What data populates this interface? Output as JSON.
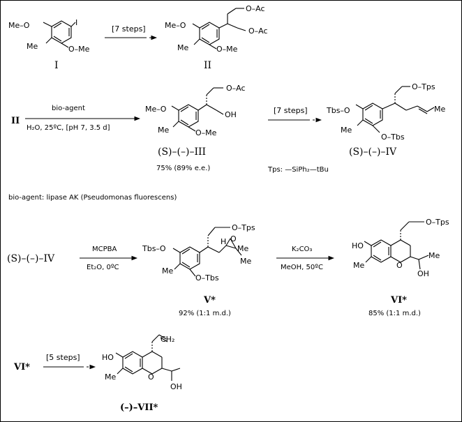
{
  "scheme": {
    "row1": {
      "start": {
        "label": "I",
        "sub_ome_top": "Me–O",
        "sub_i": "I",
        "sub_me": "Me",
        "sub_ome_bot": "O–Me"
      },
      "arrow": {
        "label": "[7 steps]"
      },
      "product": {
        "label": "II",
        "sub_oac1": "O–Ac",
        "sub_oac2": "O–Ac",
        "sub_meo": "Me–O",
        "sub_me": "Me",
        "sub_ome": "O–Me"
      }
    },
    "row2": {
      "reactant": {
        "label": "II"
      },
      "arrow1": {
        "above": "bio-agent",
        "below": "H₂O, 25ºC, [pH 7, 3.5 d]"
      },
      "product1": {
        "label": "(S)–(–)–III",
        "yield": "75% (89% e.e.)",
        "sub_oac": "O–Ac",
        "sub_oh": "OH",
        "sub_meo": "Me–O",
        "sub_me": "Me",
        "sub_ome": "O–Me"
      },
      "arrow2": {
        "label": "[7 steps]"
      },
      "product2": {
        "label": "(S)–(–)–IV",
        "sub_otps": "O–Tps",
        "sub_tbso": "Tbs–O",
        "sub_me1": "Me",
        "sub_me2": "Me",
        "sub_otbs": "O–Tbs"
      },
      "tps_def": "Tps: —SiPh₂—tBu",
      "bio_agent_note": "bio-agent: lipase AK (Pseudomonas fluorescens)"
    },
    "row3": {
      "reactant": {
        "label": "(S)–(–)–IV"
      },
      "arrow1": {
        "above": "MCPBA",
        "below": "Et₂O,  0ºC"
      },
      "product1": {
        "label": "V*",
        "yield": "92% (1:1 m.d.)",
        "sub_otps": "O–Tps",
        "sub_tbso": "Tbs–O",
        "sub_h": "H",
        "sub_o": "O",
        "sub_me1": "Me",
        "sub_me2": "Me",
        "sub_me3": "Me",
        "sub_otbs": "O–Tbs"
      },
      "arrow2": {
        "above": "K₂CO₃",
        "below": "MeOH,   50ºC"
      },
      "product2": {
        "label": "VI*",
        "yield": "85% (1:1 m.d.)",
        "sub_otps": "O–Tps",
        "sub_ho": "HO",
        "sub_me1": "Me",
        "sub_me2": "Me",
        "sub_o": "O",
        "sub_oh": "OH"
      }
    },
    "row4": {
      "reactant": {
        "label": "VI*"
      },
      "arrow": {
        "label": "[5 steps]"
      },
      "product": {
        "label": "(–)–VII*",
        "sub_vinyl": "CH₂",
        "sub_ho": "HO",
        "sub_me1": "Me",
        "sub_o": "O",
        "sub_oh": "OH"
      }
    }
  }
}
